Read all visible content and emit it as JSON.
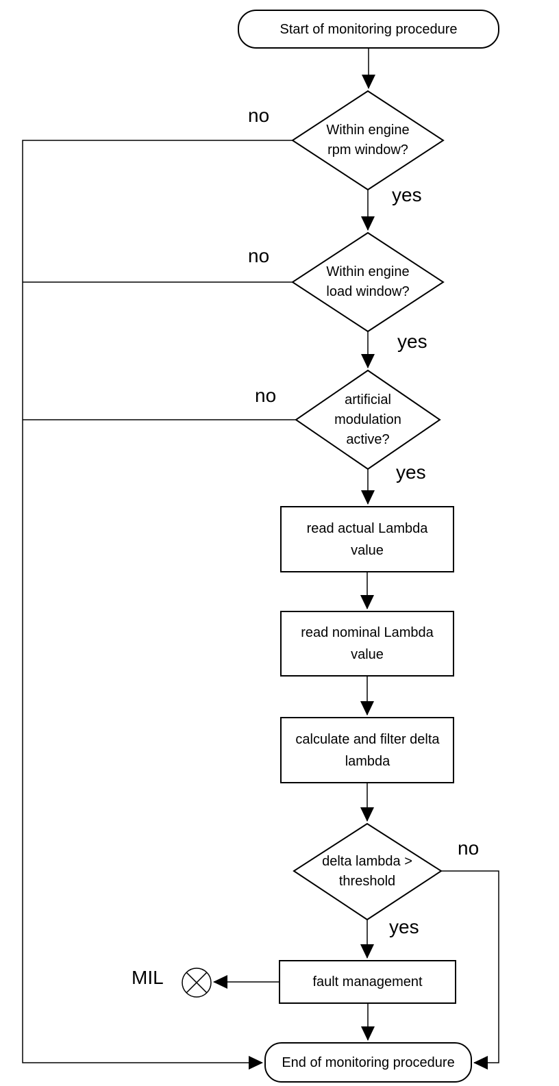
{
  "diagram": {
    "type": "flowchart",
    "colors": {
      "line": "#000000",
      "fill": "#ffffff",
      "text": "#000000"
    },
    "nodes": {
      "start": {
        "type": "terminator",
        "label": "Start of monitoring procedure"
      },
      "rpm_window": {
        "type": "decision",
        "label": "Within engine rpm window?"
      },
      "load_window": {
        "type": "decision",
        "label": "Within engine load window?"
      },
      "modulation": {
        "type": "decision",
        "label": "artificial modulation active?"
      },
      "read_actual": {
        "type": "process",
        "label": "read actual Lambda value"
      },
      "read_nominal": {
        "type": "process",
        "label": "read nominal Lambda value"
      },
      "calc_delta": {
        "type": "process",
        "label": "calculate and filter delta lambda"
      },
      "threshold": {
        "type": "decision",
        "label": "delta lambda > threshold"
      },
      "fault": {
        "type": "process",
        "label": "fault management"
      },
      "mil": {
        "type": "lamp-indicator",
        "label": "MIL"
      },
      "end": {
        "type": "terminator",
        "label": "End of monitoring procedure"
      }
    },
    "branch_labels": {
      "yes": "yes",
      "no": "no"
    },
    "edges": [
      {
        "from": "start",
        "to": "rpm_window",
        "label": ""
      },
      {
        "from": "rpm_window",
        "to": "end",
        "label": "no"
      },
      {
        "from": "rpm_window",
        "to": "load_window",
        "label": "yes"
      },
      {
        "from": "load_window",
        "to": "end",
        "label": "no"
      },
      {
        "from": "load_window",
        "to": "modulation",
        "label": "yes"
      },
      {
        "from": "modulation",
        "to": "end",
        "label": "no"
      },
      {
        "from": "modulation",
        "to": "read_actual",
        "label": "yes"
      },
      {
        "from": "read_actual",
        "to": "read_nominal",
        "label": ""
      },
      {
        "from": "read_nominal",
        "to": "calc_delta",
        "label": ""
      },
      {
        "from": "calc_delta",
        "to": "threshold",
        "label": ""
      },
      {
        "from": "threshold",
        "to": "end",
        "label": "no"
      },
      {
        "from": "threshold",
        "to": "fault",
        "label": "yes"
      },
      {
        "from": "fault",
        "to": "mil",
        "label": ""
      },
      {
        "from": "fault",
        "to": "end",
        "label": ""
      }
    ]
  }
}
